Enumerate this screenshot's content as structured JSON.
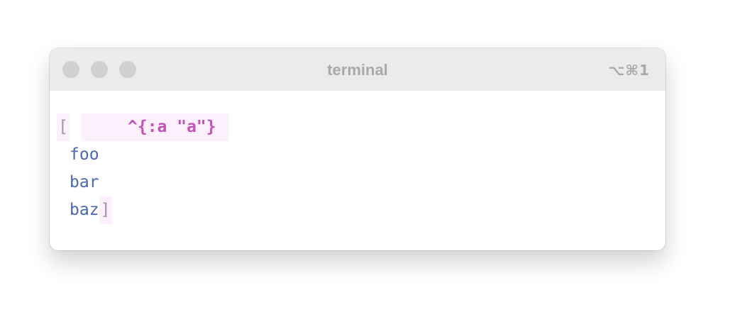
{
  "window": {
    "title": "terminal",
    "shortcut": "⌥⌘1"
  },
  "code": {
    "open_bracket": "[",
    "metadata": "^{:a \"a\"}",
    "symbols": [
      "foo",
      "bar",
      "baz"
    ],
    "close_bracket": "]"
  },
  "colors": {
    "titlebar_bg": "#ebebeb",
    "title_text": "#a9a9a9",
    "metadata_text": "#c054b5",
    "metadata_bg": "#fdf0fd",
    "symbol_text": "#4a67b3",
    "bracket_text": "#a98fb0"
  },
  "icons": [
    "close-dot-icon",
    "minimize-dot-icon",
    "zoom-dot-icon"
  ]
}
